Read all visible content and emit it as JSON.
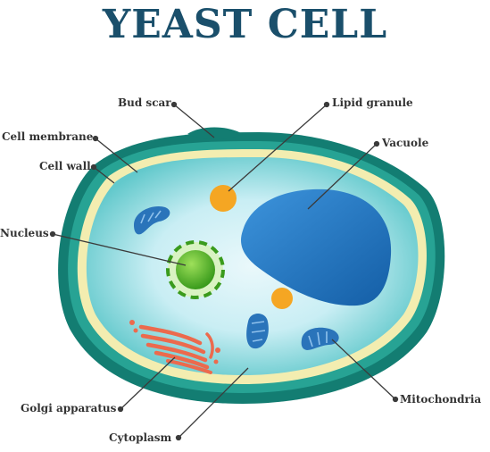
{
  "title": "YEAST CELL",
  "labels": {
    "bud_scar": "Bud scar",
    "lipid_granule": "Lipid granule",
    "cell_membrane": "Cell membrane",
    "vacuole": "Vacuole",
    "cell_wall": "Cell wall",
    "nucleus": "Nucleus",
    "golgi": "Golgi apparatus",
    "mitochondria": "Mitochondria",
    "cytoplasm": "Cytoplasm"
  },
  "colors": {
    "title": "#1a4f6b",
    "cell_wall": "#137d72",
    "cell_wall_inner": "#27a394",
    "membrane": "#f3edb0",
    "cytoplasm_outer": "#63c9cc",
    "cytoplasm_inner": "#d8f2f8",
    "vacuole": "#1b6fbc",
    "nucleus": "#5cb82a",
    "lipid": "#f5a623",
    "mitochondria": "#2a74ba",
    "golgi": "#ec6a4d",
    "leader_line": "#3b3b3b"
  }
}
